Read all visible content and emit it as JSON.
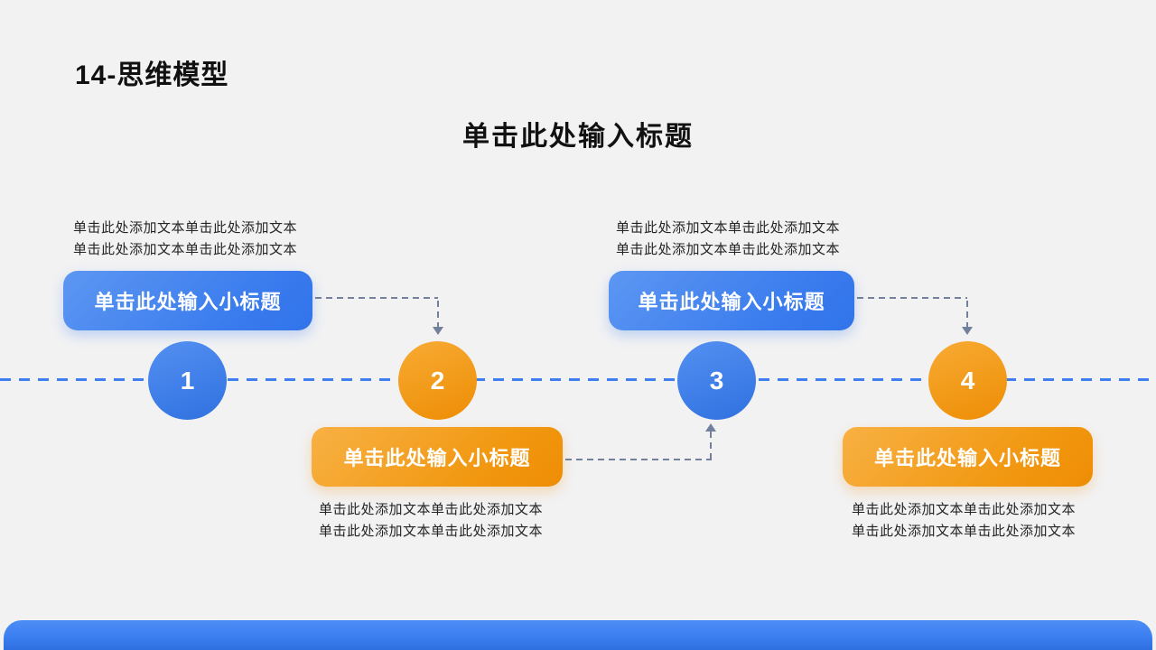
{
  "colors": {
    "background": "#f2f2f3",
    "blue": "#3b7ff0",
    "blue-light": "#5490f2",
    "blue-dark": "#2f71e0",
    "orange": "#f29c12",
    "orange-light": "#f7ab33",
    "orange-dark": "#ee8d05",
    "timeline": "#3e7ef0",
    "connector": "#72809c",
    "text": "#242424",
    "title": "#111111"
  },
  "page_title": "14-思维模型",
  "main_title": "单击此处输入标题",
  "steps": [
    {
      "number": "1",
      "theme": "blue",
      "label_position": "above",
      "subtitle": "单击此处输入小标题",
      "body_lines": [
        "单击此处添加文本单击此处添加文本",
        "单击此处添加文本单击此处添加文本"
      ]
    },
    {
      "number": "2",
      "theme": "orange",
      "label_position": "below",
      "subtitle": "单击此处输入小标题",
      "body_lines": [
        "单击此处添加文本单击此处添加文本",
        "单击此处添加文本单击此处添加文本"
      ]
    },
    {
      "number": "3",
      "theme": "blue",
      "label_position": "above",
      "subtitle": "单击此处输入小标题",
      "body_lines": [
        "单击此处添加文本单击此处添加文本",
        "单击此处添加文本单击此处添加文本"
      ]
    },
    {
      "number": "4",
      "theme": "orange",
      "label_position": "below",
      "subtitle": "单击此处输入小标题",
      "body_lines": [
        "单击此处添加文本单击此处添加文本",
        "单击此处添加文本单击此处添加文本"
      ]
    }
  ],
  "connectors": [
    {
      "from": "step-1-subtitle",
      "to": "step-2-circle",
      "direction": "down"
    },
    {
      "from": "step-2-subtitle",
      "to": "step-3-circle",
      "direction": "up"
    },
    {
      "from": "step-3-subtitle",
      "to": "step-4-circle",
      "direction": "down"
    }
  ]
}
